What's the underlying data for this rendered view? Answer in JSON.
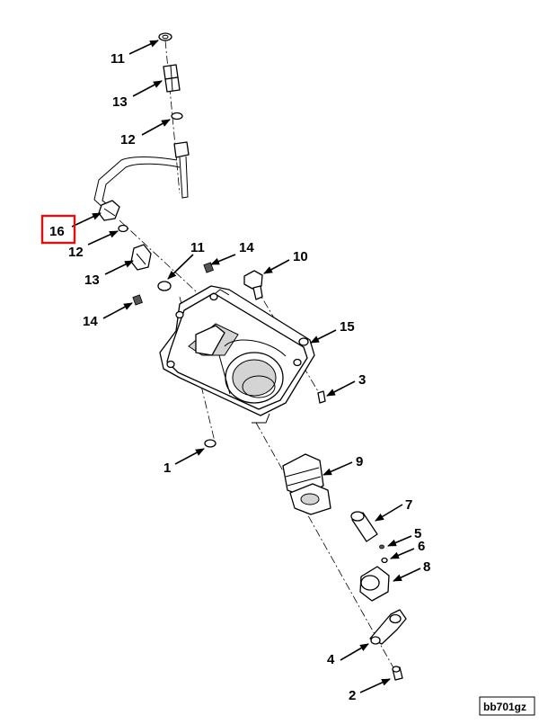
{
  "callouts": [
    {
      "id": "c11a",
      "text": "11"
    },
    {
      "id": "c13a",
      "text": "13"
    },
    {
      "id": "c12a",
      "text": "12"
    },
    {
      "id": "c16",
      "text": "16"
    },
    {
      "id": "c12b",
      "text": "12"
    },
    {
      "id": "c13b",
      "text": "13"
    },
    {
      "id": "c11b",
      "text": "11"
    },
    {
      "id": "c14a",
      "text": "14"
    },
    {
      "id": "c10",
      "text": "10"
    },
    {
      "id": "c14b",
      "text": "14"
    },
    {
      "id": "c15",
      "text": "15"
    },
    {
      "id": "c3",
      "text": "3"
    },
    {
      "id": "c1",
      "text": "1"
    },
    {
      "id": "c9",
      "text": "9"
    },
    {
      "id": "c7",
      "text": "7"
    },
    {
      "id": "c5",
      "text": "5"
    },
    {
      "id": "c6",
      "text": "6"
    },
    {
      "id": "c8",
      "text": "8"
    },
    {
      "id": "c4",
      "text": "4"
    },
    {
      "id": "c2",
      "text": "2"
    }
  ],
  "highlighted_callout": "16",
  "highlight_color": "#e01010",
  "reference_code": "bb701gz"
}
